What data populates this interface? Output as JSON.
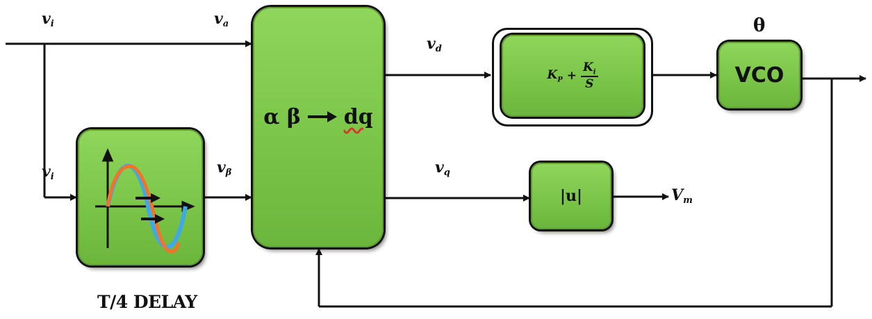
{
  "signals": {
    "vi": {
      "main": "v",
      "sub": "i"
    },
    "va": {
      "main": "v",
      "sub": "a"
    },
    "vb": {
      "main": "v",
      "sub": "β"
    },
    "vd": {
      "main": "v",
      "sub": "d"
    },
    "vq": {
      "main": "v",
      "sub": "q"
    },
    "vm": {
      "main": "V",
      "sub": "m"
    },
    "theta": "θ"
  },
  "blocks": {
    "transform": {
      "from": "α β",
      "to": "dq"
    },
    "pi": {
      "kp": "K",
      "kp_sub": "P",
      "plus": "+",
      "ki": "K",
      "ki_sub": "i",
      "s": "S"
    },
    "vco": "VCO",
    "abs": "|u|",
    "delay_caption": "T/4 DELAY"
  },
  "colors": {
    "block_fill": "#79c447",
    "block_border": "#111111",
    "wave_blue": "#3fa9e8",
    "wave_orange": "#f0742a",
    "line": "#111111"
  }
}
